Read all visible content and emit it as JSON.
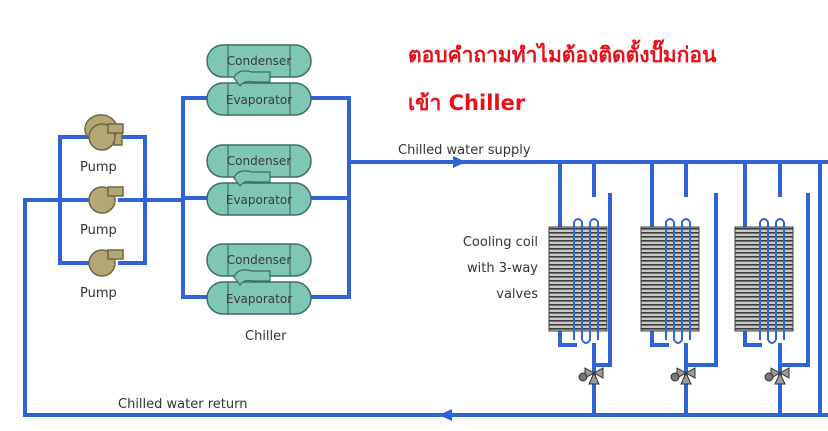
{
  "title": {
    "line1": "ตอบคำถามทำไมต้องติดตั้งปั๊มก่อน",
    "line2": "เข้า Chiller"
  },
  "labels": {
    "supply": "Chilled water supply",
    "return": "Chilled water return",
    "chiller": "Chiller",
    "coil_line1": "Cooling coil",
    "coil_line2": "with 3-way",
    "coil_line3": "valves"
  },
  "pumps": [
    {
      "label": "Pump"
    },
    {
      "label": "Pump"
    },
    {
      "label": "Pump"
    }
  ],
  "chillers": [
    {
      "condenser": "Condenser",
      "evaporator": "Evaporator"
    },
    {
      "condenser": "Condenser",
      "evaporator": "Evaporator"
    },
    {
      "condenser": "Condenser",
      "evaporator": "Evaporator"
    }
  ],
  "colors": {
    "pipe": "#2f63d8",
    "unit_fill": "#7fc7b4",
    "pump_fill": "#b5a676",
    "title": "#e8101a"
  }
}
